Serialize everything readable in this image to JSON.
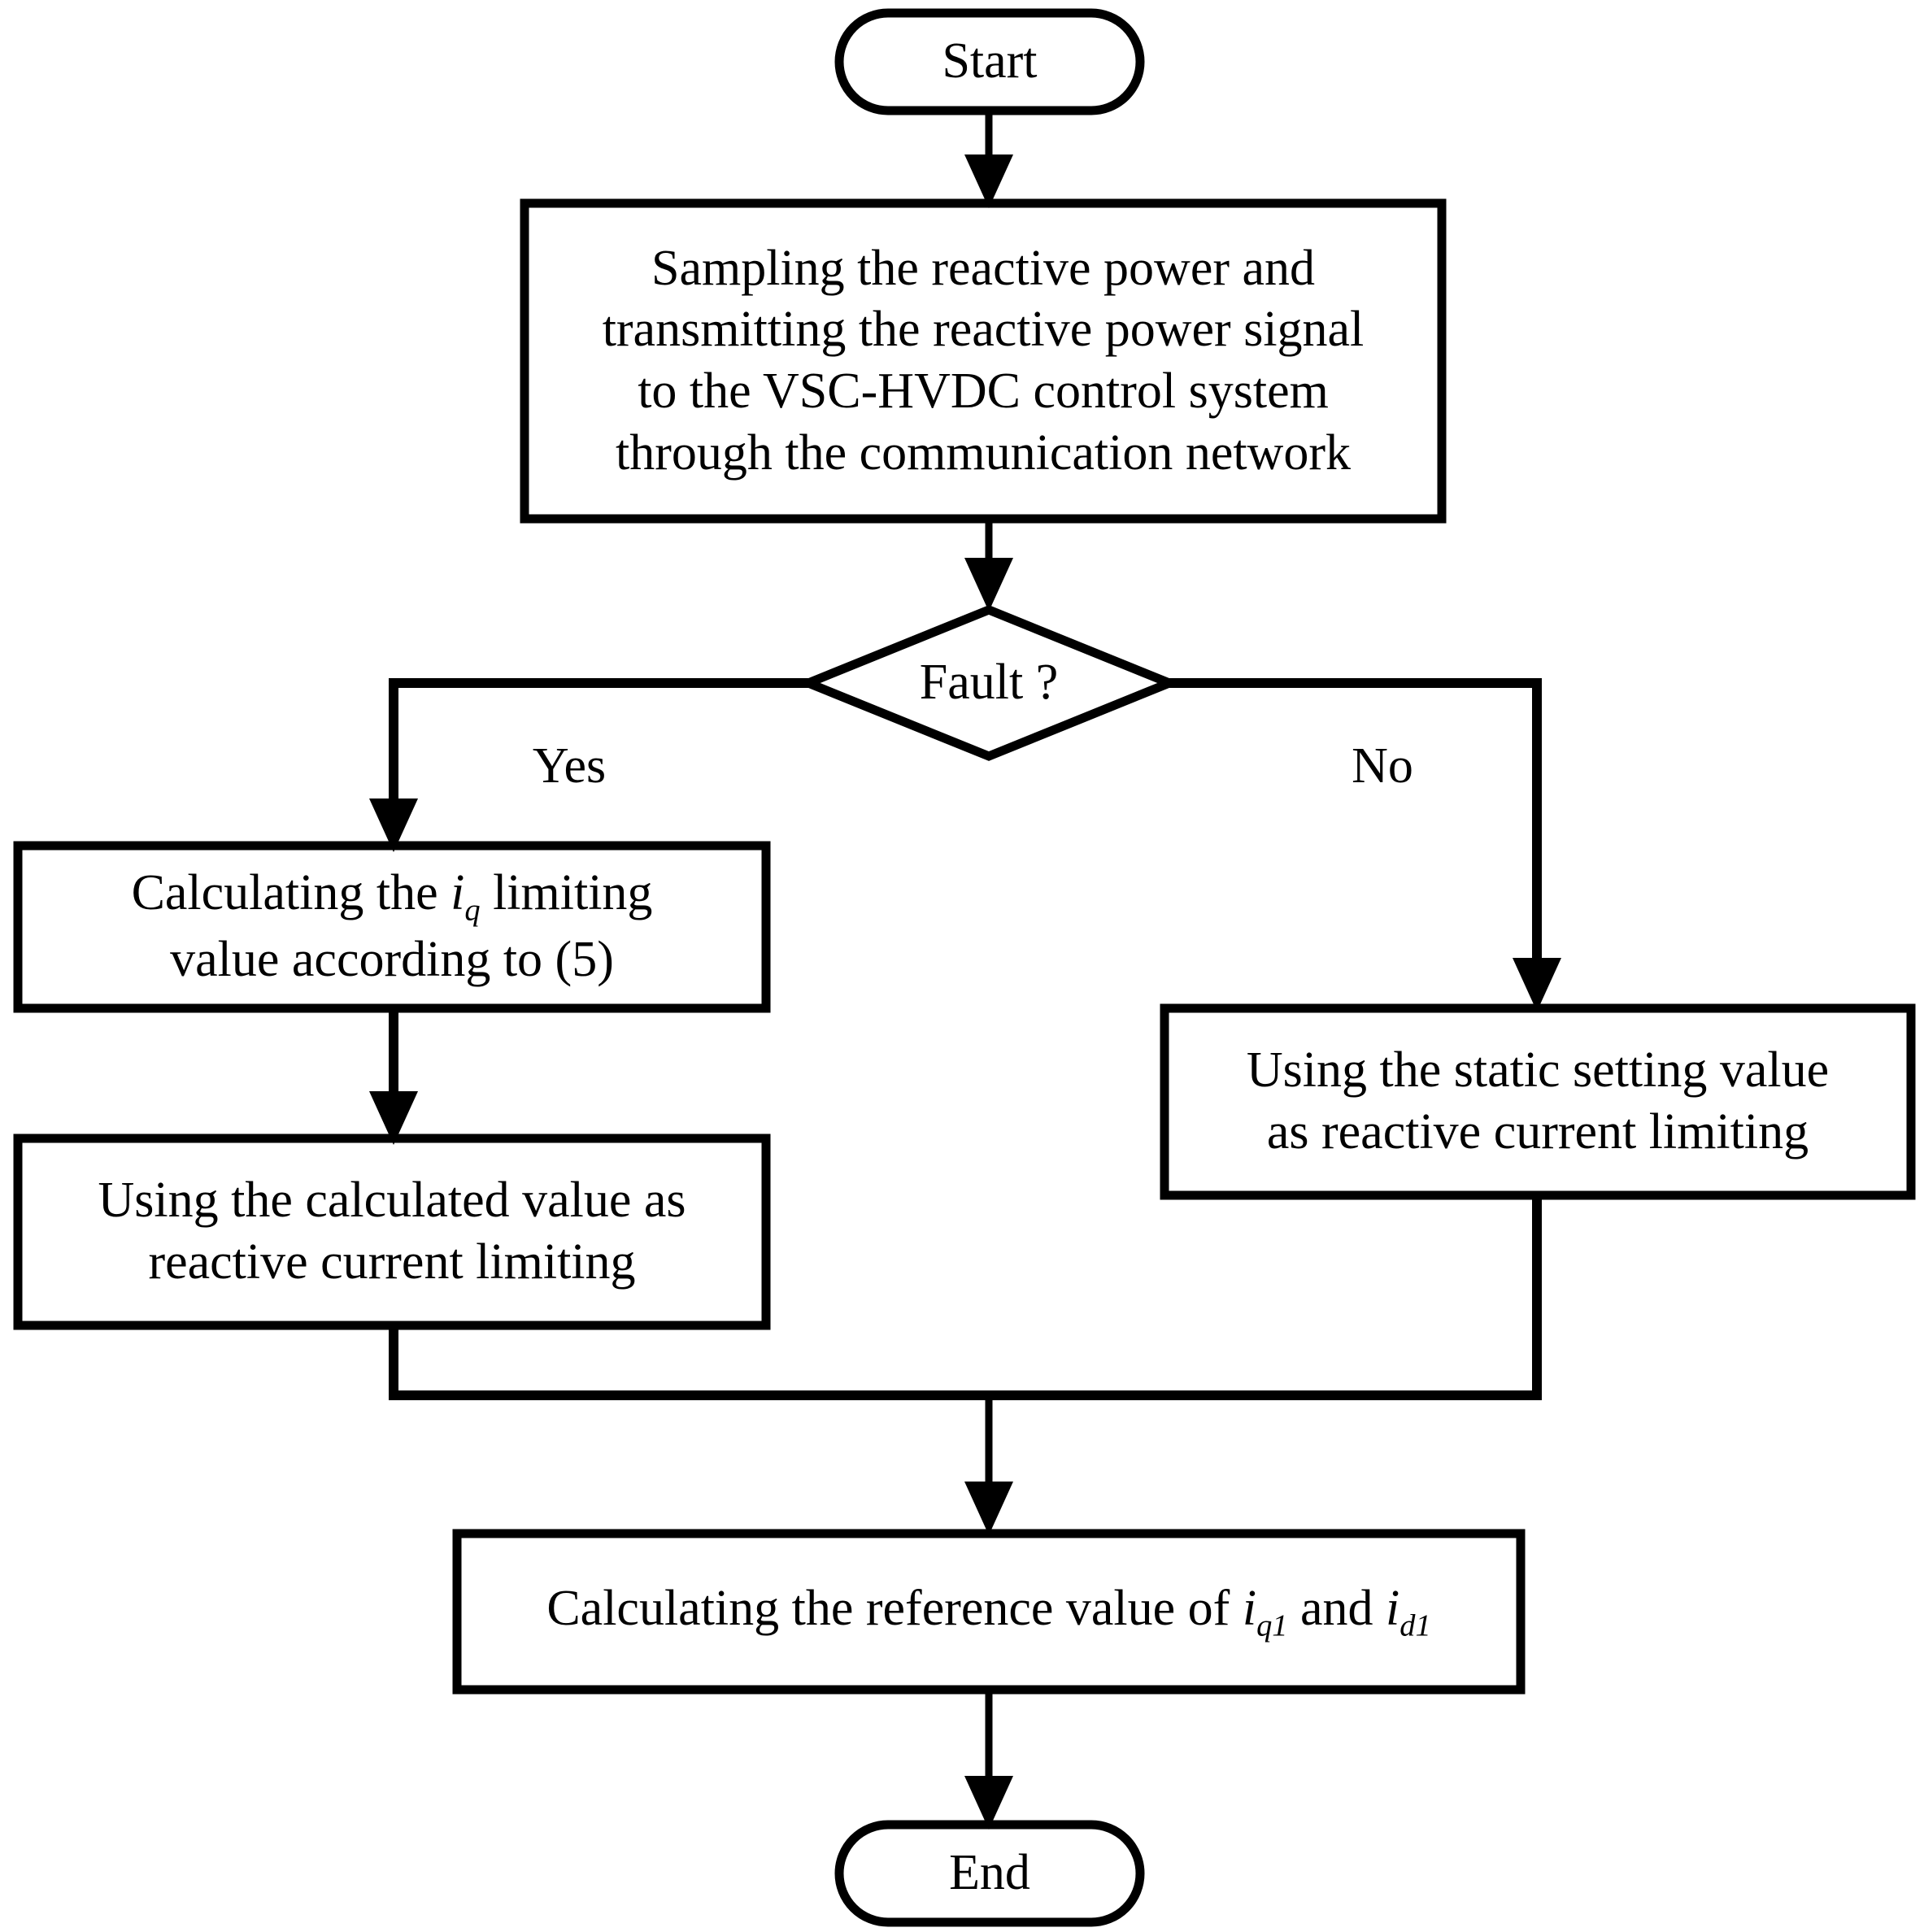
{
  "diagram": {
    "type": "flowchart",
    "title": "VSC-HVDC reactive current limiting control flowchart",
    "background_color": "#ffffff",
    "line_color": "#000000",
    "nodes": {
      "start": {
        "label": "Start",
        "shape": "terminator"
      },
      "sampling": {
        "label": "Sampling the reactive power and\ntransmitting the reactive power signal\nto the VSC-HVDC control system\nthrough the communication network",
        "shape": "process"
      },
      "decision": {
        "label": "Fault ?",
        "shape": "decision"
      },
      "calc_iq": {
        "line1_pre": "Calculating the ",
        "line1_var": "i",
        "line1_sub": "q",
        "line1_post": " limiting",
        "line2": "value according to  (5)",
        "shape": "process"
      },
      "use_calculated": {
        "label": "Using the calculated value as\nreactive current limiting",
        "shape": "process"
      },
      "use_static": {
        "label": "Using the static setting value\nas reactive current limiting",
        "shape": "process"
      },
      "calc_reference": {
        "pre": "Calculating the reference value of ",
        "var1": "i",
        "sub1": "q1",
        "mid": " and ",
        "var2": "i",
        "sub2": "d1",
        "shape": "process"
      },
      "end": {
        "label": "End",
        "shape": "terminator"
      }
    },
    "branch_labels": {
      "yes": "Yes",
      "no": "No"
    }
  }
}
